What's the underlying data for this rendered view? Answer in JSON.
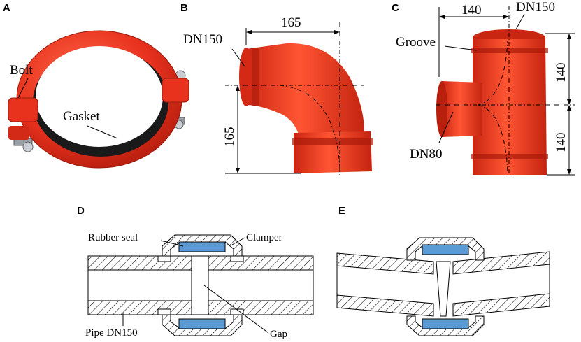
{
  "panels": {
    "a": {
      "letter": "A",
      "bolt": "Bolt",
      "gasket": "Gasket"
    },
    "b": {
      "letter": "B",
      "dn": "DN150",
      "dim_h": "165",
      "dim_v": "165"
    },
    "c": {
      "letter": "C",
      "dim_h": "140",
      "dn_top": "DN150",
      "groove": "Groove",
      "dim_v1": "140",
      "dim_v2": "140",
      "dn_side": "DN80"
    },
    "d": {
      "letter": "D",
      "rubber_seal": "Rubber seal",
      "clamper": "Clamper",
      "pipe": "Pipe DN150",
      "gap": "Gap"
    },
    "e": {
      "letter": "E"
    }
  },
  "colors": {
    "fitting_red": "#e8321e",
    "seal_blue": "#5b9bd5",
    "gasket_black": "#1a1a1a"
  }
}
